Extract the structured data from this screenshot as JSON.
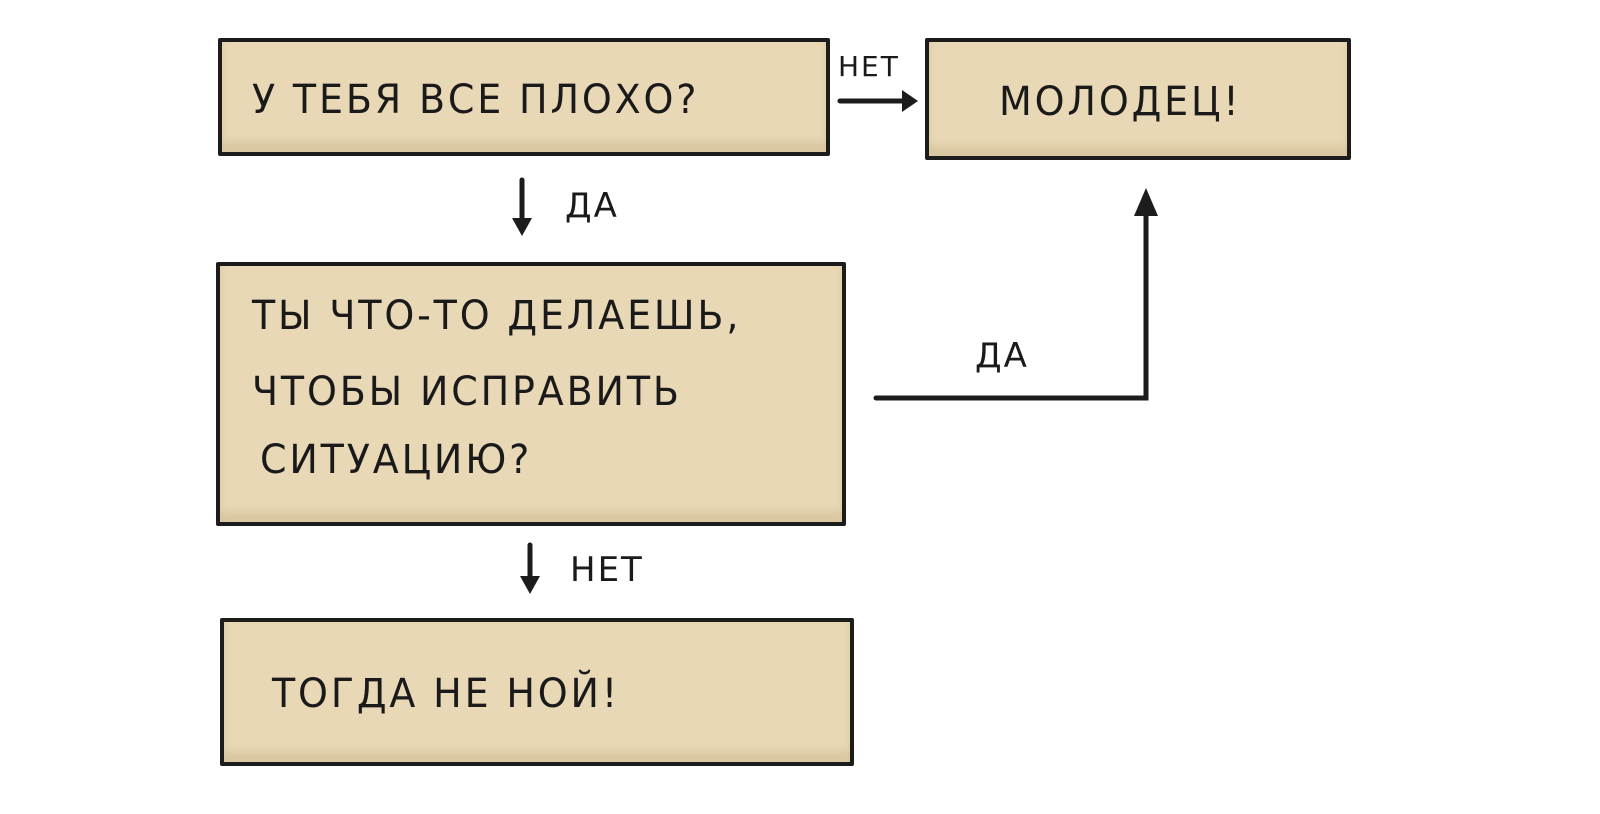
{
  "boxes": {
    "question1": "У ТЕБЯ ВСЕ ПЛОХО?",
    "well_done": "МОЛОДЕЦ!",
    "question2_lines": [
      "ТЫ ЧТО-ТО ДЕЛАЕШЬ,",
      "ЧТОБЫ ИСПРАВИТЬ",
      "СИТУАЦИЮ?"
    ],
    "dont_whine": "ТОГДА НЕ НОЙ!"
  },
  "edges": {
    "q1_no": "НЕТ",
    "q1_yes": "ДА",
    "q2_yes": "ДА",
    "q2_no": "НЕТ"
  },
  "colors": {
    "box_fill": "#e9d8b6",
    "stroke": "#1c1c1c"
  }
}
